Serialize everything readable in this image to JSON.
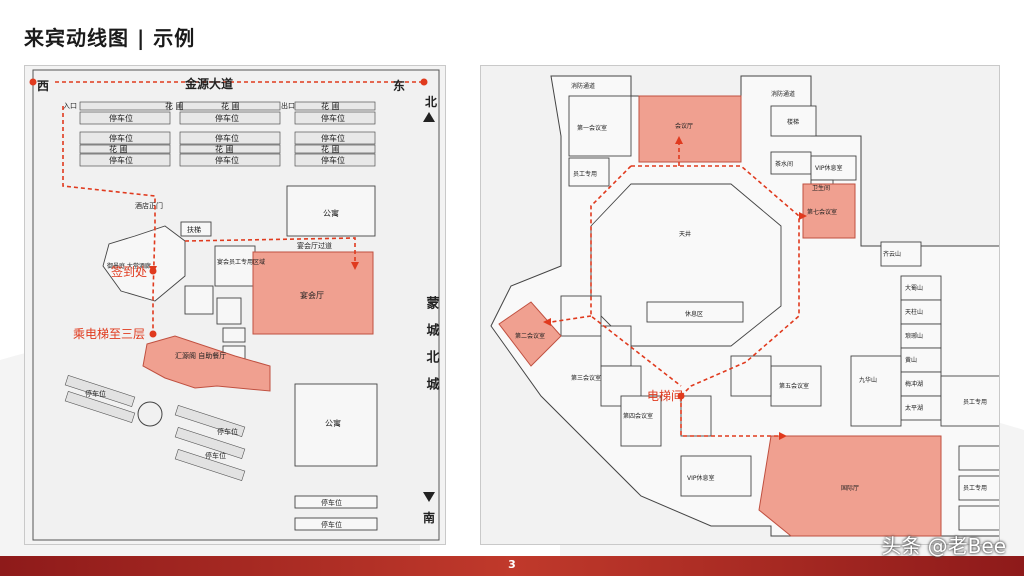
{
  "slide": {
    "title": "来宾动线图 | 示例",
    "page_number": "3",
    "watermark": "头条 @老Bee"
  },
  "left_map": {
    "west": "西",
    "east": "东",
    "road": "金源大道",
    "north": "北",
    "south": "南",
    "entrance": "入口",
    "exit": "出口",
    "side_road": "蒙城北城",
    "flower": "花 圃",
    "parking": "停车位",
    "main_gate": "酒店正门",
    "escalator": "扶梯",
    "signin": "签到处",
    "elevator_note": "乘电梯至三层",
    "staff_area": "宴会员工专用区域",
    "corridor": "宴会厅过道",
    "banquet_hall": "宴会厅",
    "buffet": "汇源阁 自助餐厅",
    "apartment": "公寓",
    "lobby": "御景庭 大堂酒廊"
  },
  "right_map": {
    "fire_passage": "消防通道",
    "conference_hall": "会议厅",
    "stairs": "楼梯",
    "meeting_room_1": "第一会议室",
    "staff_only": "员工专用",
    "tea_room": "茶水间",
    "vip_lounge": "VIP休息室",
    "restroom": "卫生间",
    "meeting_room_7": "第七会议室",
    "atrium": "天井",
    "lounge": "休息区",
    "meeting_room_2": "第二会议室",
    "meeting_room_3": "第三会议室",
    "meeting_room_4": "第四会议室",
    "meeting_room_5": "第五会议室",
    "elevator_hall": "电梯间",
    "function_hall": "国际厅",
    "mountains": [
      "齐云山",
      "大蜀山",
      "天柱山",
      "琅琊山",
      "黄山",
      "梅冲湖",
      "太平湖",
      "九华山"
    ]
  },
  "colors": {
    "route": "#e03a1e",
    "highlight_fill": "#f0a090",
    "footer": "#b02a2a"
  }
}
